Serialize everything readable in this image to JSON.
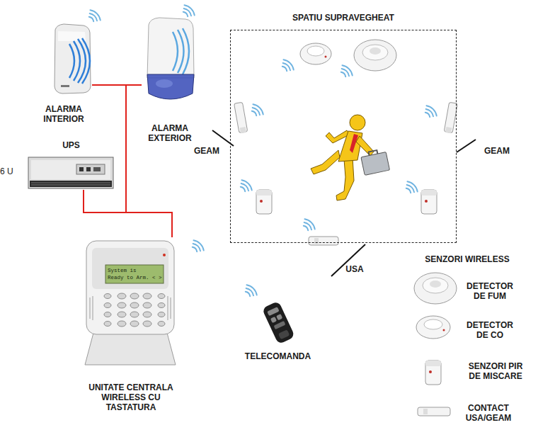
{
  "diagram": {
    "nodes": [
      {
        "text": [
          "ALARMA INTERIOR"
        ]
      },
      {
        "text": [
          "ALARMA EXTERIOR"
        ]
      },
      {
        "text": [
          "SPATIU SUPRAVEGHEAT"
        ]
      },
      {
        "text": [
          "UPS"
        ]
      },
      {
        "text": [
          "UNITATE CENTRALA WIRELESS CU TASTATURA"
        ]
      },
      {
        "text": [
          "TELECOMANDA"
        ]
      }
    ],
    "edges": [
      {
        "from": 0,
        "to": 4,
        "arrow": "none"
      },
      {
        "from": 1,
        "to": 4,
        "arrow": "none"
      },
      {
        "from": 3,
        "to": 4,
        "arrow": "none"
      }
    ],
    "labels": [
      "GEAM",
      "GEAM",
      "USA",
      "SENZORI WIRELESS",
      "6 U",
      "System is",
      "Ready to Arm. < >"
    ],
    "legend": [
      {
        "text": "DETECTOR DE FUM"
      },
      {
        "text": "DETECTOR DE CO"
      },
      {
        "text": "SENZORI PIR DE MISCARE"
      },
      {
        "text": "CONTACT USA/GEAM"
      }
    ]
  }
}
